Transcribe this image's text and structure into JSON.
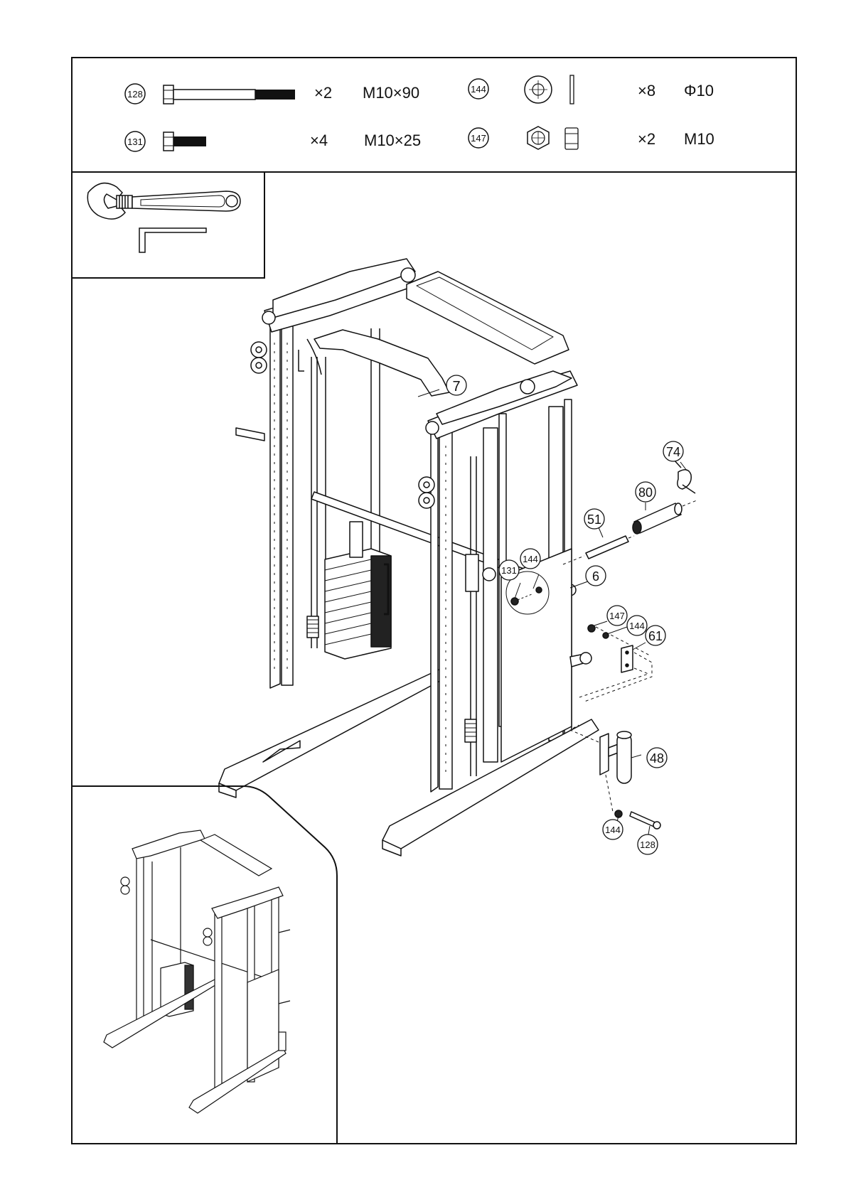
{
  "hardware": [
    {
      "ref": "128",
      "qty": "×2",
      "size": "M10×90",
      "icon": "hex-bolt-long"
    },
    {
      "ref": "131",
      "qty": "×4",
      "size": "M10×25",
      "icon": "hex-bolt-short"
    },
    {
      "ref": "144",
      "qty": "×8",
      "size": "Φ10",
      "icon": "flat-washer"
    },
    {
      "ref": "147",
      "qty": "×2",
      "size": "M10",
      "icon": "lock-nut"
    }
  ],
  "tools": [
    "adjustable-wrench",
    "allen-key"
  ],
  "callouts": {
    "c7": "7",
    "c74": "74",
    "c80": "80",
    "c51": "51",
    "c6": "6",
    "c131": "131",
    "c144a": "144",
    "c147": "147",
    "c144b": "144",
    "c61": "61",
    "c48": "48",
    "c144c": "144",
    "c128": "128"
  }
}
